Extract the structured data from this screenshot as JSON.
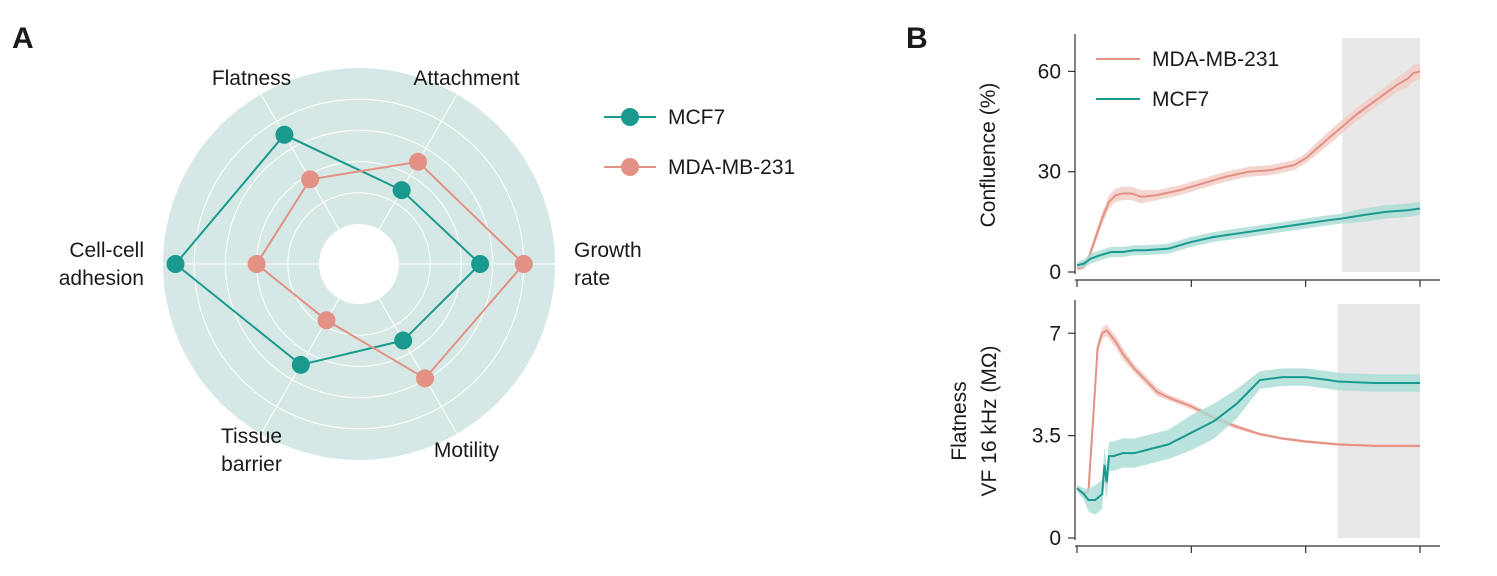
{
  "panel_a_label": "A",
  "panel_b_label": "B",
  "colors": {
    "mcf7": "#1a9a8e",
    "mda": "#e39184",
    "radar_bg": "#d5e8e5",
    "band_mcf7": "#a9dcd6",
    "band_mda": "#f3cbc4",
    "shade": "#e8e8e8",
    "axis": "#333333"
  },
  "chart_data": [
    {
      "type": "radar",
      "axes": [
        {
          "label_lines": [
            "Growth",
            "rate"
          ]
        },
        {
          "label_lines": [
            "Attachment"
          ]
        },
        {
          "label_lines": [
            "Flatness"
          ]
        },
        {
          "label_lines": [
            "Cell-cell",
            "adhesion"
          ]
        },
        {
          "label_lines": [
            "Tissue",
            "barrier"
          ]
        },
        {
          "label_lines": [
            "Motility"
          ]
        }
      ],
      "range": [
        0,
        5
      ],
      "grid": true,
      "legend": "right",
      "series": [
        {
          "name": "MCF7",
          "color_key": "mcf7",
          "values": [
            2.6,
            1.45,
            3.5,
            4.6,
            2.45,
            1.55
          ]
        },
        {
          "name": "MDA-MB-231",
          "color_key": "mda",
          "values": [
            4.0,
            2.5,
            1.85,
            2.0,
            0.8,
            2.95
          ]
        }
      ]
    },
    {
      "type": "line",
      "ylabel_lines": [
        "Confluence (%)"
      ],
      "xlim": [
        0,
        150
      ],
      "ylim": [
        0,
        70
      ],
      "yticks": [
        0,
        30,
        60
      ],
      "xticks": [
        0,
        50,
        100,
        150
      ],
      "shaded_region": [
        116,
        150
      ],
      "legend": "top-left",
      "series": [
        {
          "name": "MDA-MB-231",
          "color_key": "mda",
          "x": [
            0,
            3,
            5,
            8,
            11,
            14,
            17,
            20,
            24,
            28,
            35,
            45,
            55,
            65,
            75,
            85,
            95,
            100,
            105,
            110,
            116,
            122,
            128,
            135,
            140,
            145,
            147,
            150
          ],
          "y": [
            1,
            1.5,
            4,
            10,
            16,
            21,
            23,
            23.5,
            23.5,
            22.5,
            23,
            24.5,
            26.5,
            28.5,
            30,
            30.5,
            32,
            34,
            37,
            40,
            43.5,
            47,
            50,
            53.5,
            56,
            58,
            59.5,
            60
          ],
          "err": [
            0.5,
            0.8,
            1.2,
            1.6,
            1.8,
            2,
            2,
            2,
            2,
            2,
            1.5,
            1.5,
            1.5,
            1.5,
            1.5,
            1.5,
            1.5,
            1.5,
            1.8,
            2,
            2,
            2,
            2,
            2,
            2.2,
            2.5,
            2.5,
            2.5
          ]
        },
        {
          "name": "MCF7",
          "color_key": "mcf7",
          "x": [
            0,
            3,
            6,
            10,
            15,
            20,
            25,
            30,
            40,
            50,
            60,
            70,
            80,
            90,
            100,
            110,
            116,
            125,
            135,
            145,
            150
          ],
          "y": [
            2,
            2.5,
            4,
            5,
            6,
            6,
            6.5,
            6.5,
            7,
            9,
            10.5,
            11.5,
            12.5,
            13.5,
            14.5,
            15.5,
            16,
            17,
            18,
            18.5,
            19
          ],
          "err": [
            1,
            1.2,
            1.5,
            1.5,
            1.5,
            1.5,
            1.5,
            1.5,
            1.5,
            1.5,
            1.5,
            1.5,
            1.5,
            1.5,
            1.5,
            1.5,
            1.5,
            2,
            2,
            2,
            2
          ]
        }
      ]
    },
    {
      "type": "line",
      "ylabel_lines": [
        "Flatness",
        "VF 16 kHz (MΩ)"
      ],
      "xlim": [
        0,
        150
      ],
      "ylim": [
        0,
        8
      ],
      "yticks": [
        0,
        3.5,
        7
      ],
      "yticklabels": [
        "0",
        "3.5",
        "7"
      ],
      "xticks": [
        0,
        50,
        100,
        150
      ],
      "shaded_region": [
        114,
        150
      ],
      "series": [
        {
          "name": "MDA-MB-231",
          "color_key": "mda",
          "x": [
            0,
            3,
            5,
            7,
            9,
            11,
            13,
            15,
            17,
            20,
            25,
            30,
            35,
            40,
            50,
            60,
            70,
            80,
            90,
            100,
            114,
            130,
            150
          ],
          "y": [
            1.7,
            1.5,
            1.6,
            4.0,
            6.5,
            7.0,
            7.1,
            6.9,
            6.7,
            6.3,
            5.8,
            5.4,
            5.0,
            4.8,
            4.5,
            4.1,
            3.8,
            3.55,
            3.4,
            3.3,
            3.2,
            3.15,
            3.15
          ],
          "err": [
            0.1,
            0.1,
            0.1,
            0.2,
            0.2,
            0.2,
            0.2,
            0.2,
            0.2,
            0.2,
            0.15,
            0.15,
            0.15,
            0.1,
            0.1,
            0.1,
            0.08,
            0.05,
            0.05,
            0.05,
            0.05,
            0.05,
            0.05
          ]
        },
        {
          "name": "MCF7",
          "color_key": "mcf7",
          "x": [
            0,
            3,
            5,
            8,
            11,
            12,
            13,
            14,
            16,
            20,
            25,
            30,
            40,
            50,
            55,
            60,
            70,
            75,
            80,
            90,
            100,
            110,
            114,
            130,
            150
          ],
          "y": [
            1.7,
            1.5,
            1.3,
            1.3,
            1.5,
            2.5,
            1.9,
            2.8,
            2.8,
            2.9,
            2.9,
            3.0,
            3.2,
            3.6,
            3.8,
            4.0,
            4.6,
            5.0,
            5.4,
            5.5,
            5.5,
            5.4,
            5.35,
            5.3,
            5.3
          ],
          "err": [
            0.1,
            0.2,
            0.4,
            0.5,
            0.5,
            0.6,
            0.6,
            0.5,
            0.5,
            0.5,
            0.5,
            0.5,
            0.5,
            0.6,
            0.6,
            0.6,
            0.5,
            0.4,
            0.3,
            0.3,
            0.3,
            0.3,
            0.3,
            0.3,
            0.3
          ]
        }
      ]
    }
  ]
}
